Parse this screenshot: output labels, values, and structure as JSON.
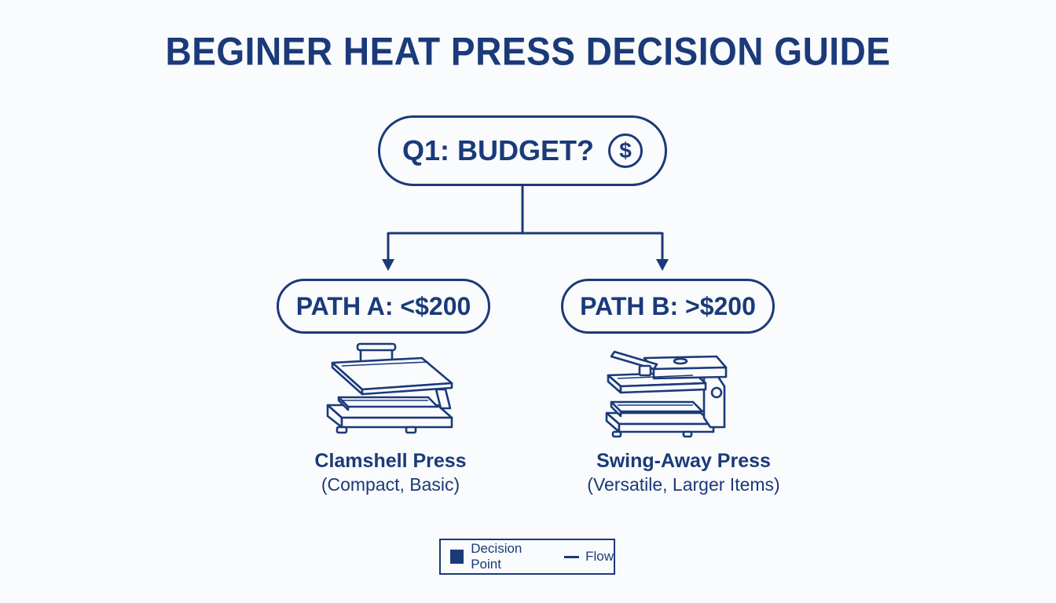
{
  "title": "BEGINER HEAT PRESS DECISION GUIDE",
  "question": {
    "label": "Q1: BUDGET?",
    "icon": "dollar-icon",
    "icon_glyph": "$"
  },
  "paths": [
    {
      "label": "PATH A: <$200",
      "product": "Clamshell Press",
      "details": "(Compact, Basic)",
      "icon": "clamshell-press-icon"
    },
    {
      "label": "PATH B: >$200",
      "product": "Swing-Away Press",
      "details": "(Versatile, Larger Items)",
      "icon": "swing-away-press-icon"
    }
  ],
  "legend": {
    "decision_point": "Decision Point",
    "flow": "Flow"
  },
  "colors": {
    "primary": "#1a3a7a",
    "background": "#fafbfc"
  }
}
